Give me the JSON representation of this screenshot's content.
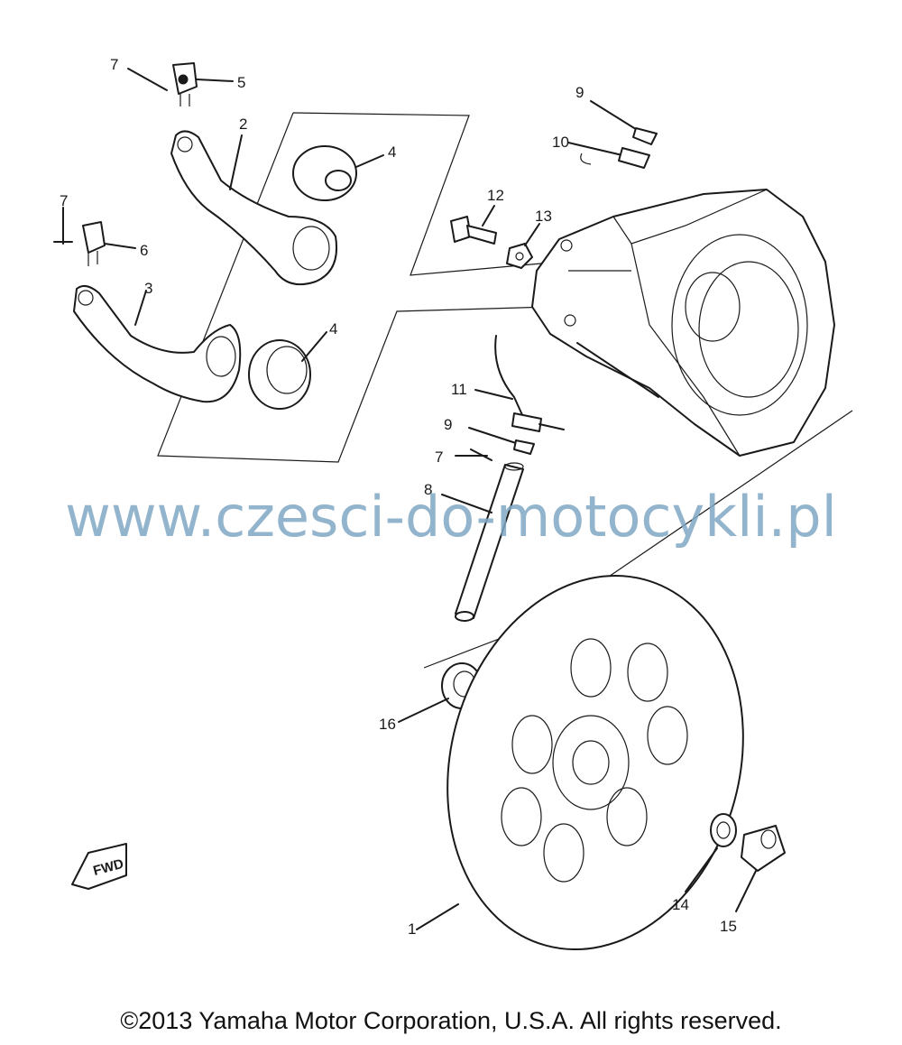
{
  "watermark": "www.czesci-do-motocykli.pl",
  "copyright": "©2013 Yamaha Motor Corporation, U.S.A. All rights reserved.",
  "fwd_mark": "FWD",
  "callouts": {
    "c7a": "7",
    "c5": "5",
    "c2": "2",
    "c4a": "4",
    "c7b": "7",
    "c6": "6",
    "c3": "3",
    "c4b": "4",
    "c9a": "9",
    "c10": "10",
    "c12": "12",
    "c13": "13",
    "c11": "11",
    "c9b": "9",
    "c7c": "7",
    "c8": "8",
    "c16": "16",
    "c1": "1",
    "c14": "14",
    "c15": "15"
  }
}
